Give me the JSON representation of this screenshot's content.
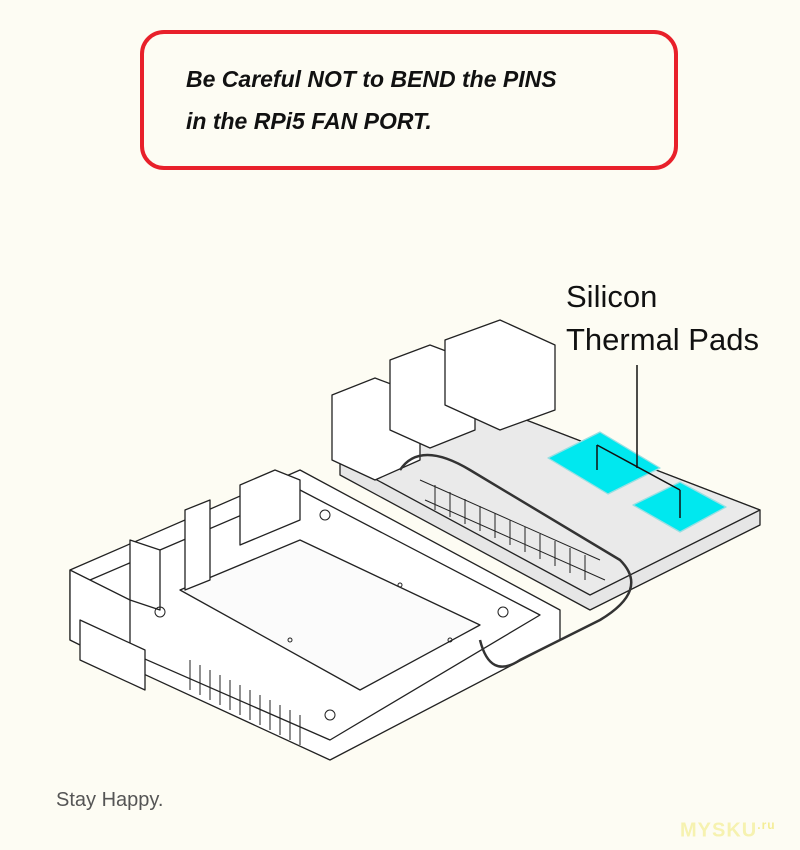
{
  "warning": {
    "line1": "Be Careful NOT to BEND the PINS",
    "line2": "in the RPi5 FAN PORT."
  },
  "callout": {
    "line1": "Silicon",
    "line2": "Thermal Pads"
  },
  "footer": "Stay Happy.",
  "watermark": {
    "main": "MYSKU",
    "suffix": ".ru"
  },
  "colors": {
    "border": "#e8202a",
    "pad": "#00e8ef",
    "background": "#fdfcf3"
  }
}
